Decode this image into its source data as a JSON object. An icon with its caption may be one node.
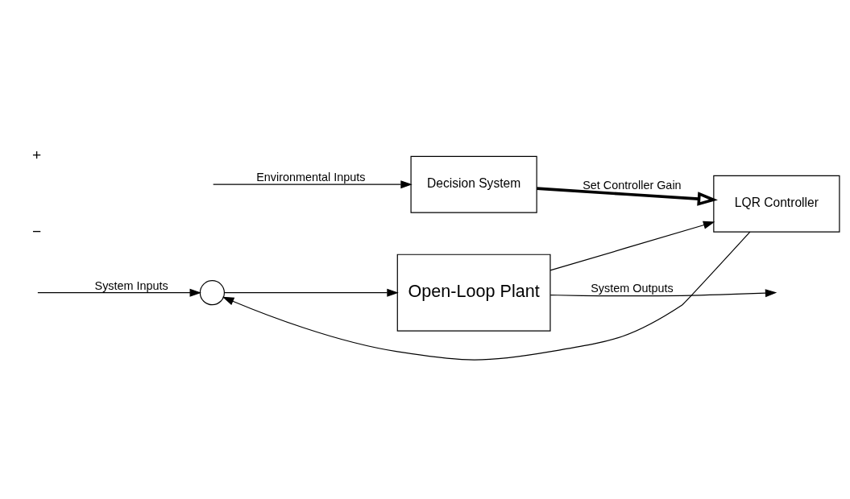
{
  "diagram": {
    "nodes": [
      {
        "text": [],
        "shape": "circle"
      },
      {
        "text": [
          "Open-Loop Plant"
        ]
      },
      {
        "text": [
          "LQR Controller"
        ]
      },
      {
        "text": [
          "Decision System"
        ]
      }
    ],
    "edges": [
      {
        "from": null,
        "to": 0,
        "arrow": "to",
        "label": "System Inputs"
      },
      {
        "from": 0,
        "to": 1,
        "arrow": "to"
      },
      {
        "from": 1,
        "to": null,
        "arrow": "to",
        "label": "System Outputs"
      },
      {
        "from": 1,
        "to": 2,
        "arrow": "to"
      },
      {
        "from": 2,
        "to": 0,
        "arrow": "to"
      },
      {
        "from": 3,
        "to": 2,
        "arrow": "to",
        "label": "Set Controller Gain",
        "style": "thick"
      },
      {
        "from": null,
        "to": 3,
        "arrow": "to",
        "label": "Environmental Inputs"
      }
    ],
    "labels": [
      "+",
      "−"
    ]
  }
}
